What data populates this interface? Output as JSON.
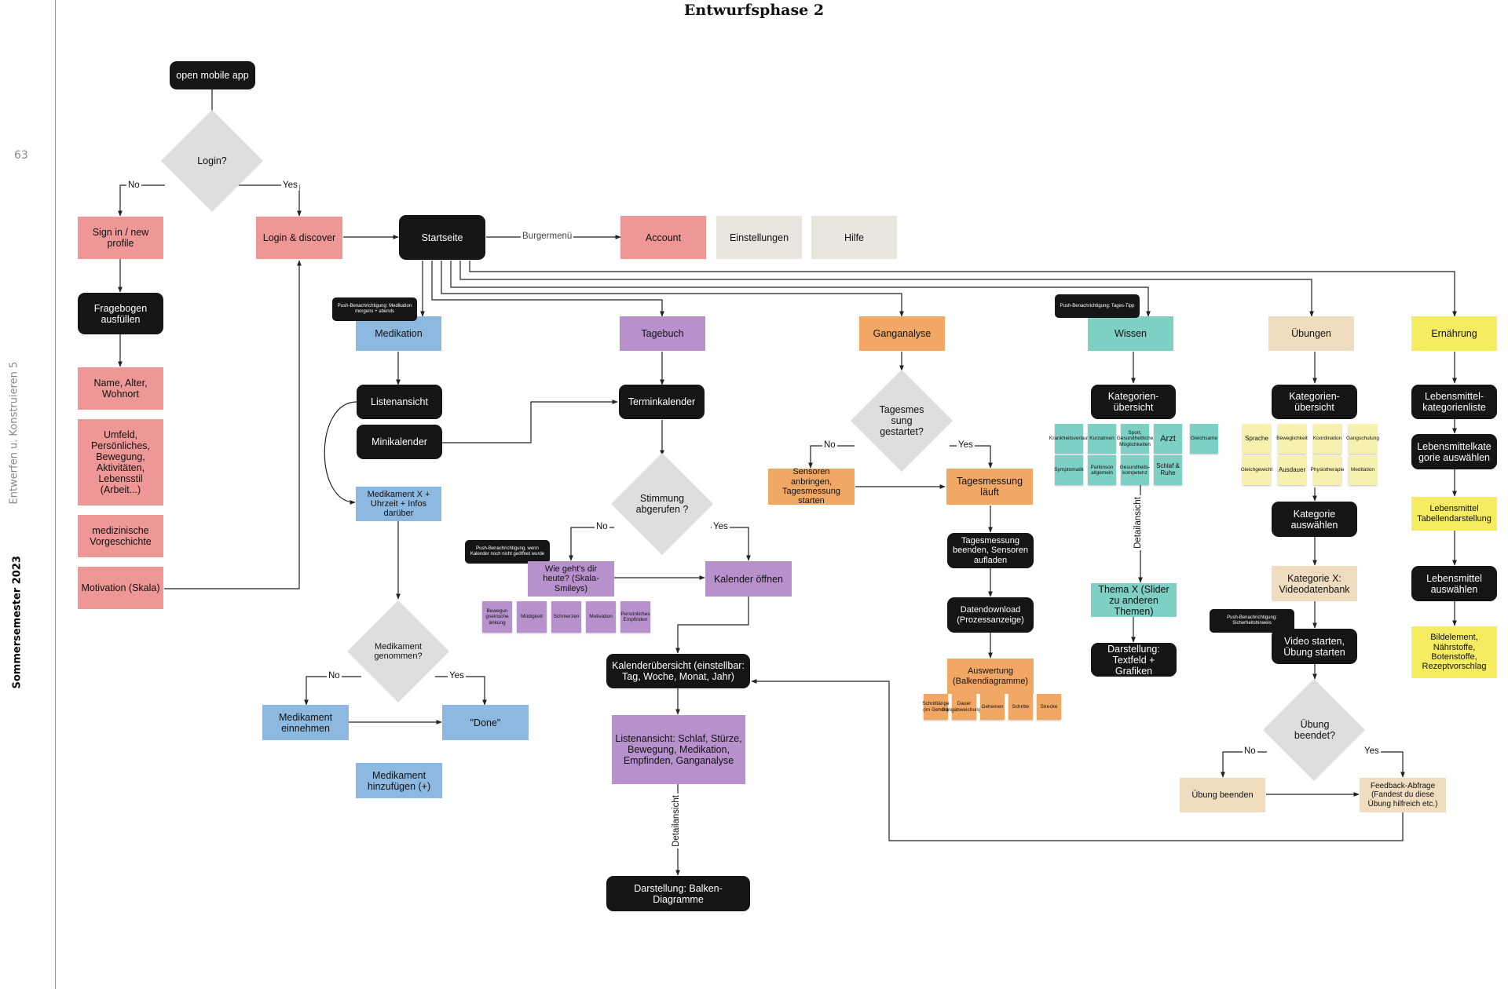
{
  "page": {
    "title": "Entwurfsphase 2",
    "page_number": "63",
    "side_course": "Entwerfen u. Konstruieren 5",
    "side_semester": "Sommersemester 2023"
  },
  "nodes": {
    "open_app": "open mobile app",
    "login_q": "Login?",
    "sign_in": "Sign in / new profile",
    "login_discover": "Login & discover",
    "fragebogen": "Fragebogen ausfüllen",
    "name_alter": "Name, Alter, Wohnort",
    "umfeld": "Umfeld, Persönliches, Bewegung, Aktivitäten, Lebensstil (Arbeit...)",
    "vorgeschichte": "medizinische Vorgeschichte",
    "motivation": "Motivation (Skala)",
    "startseite": "Startseite",
    "account": "Account",
    "einstellungen": "Einstellungen",
    "hilfe": "Hilfe",
    "medikation": "Medikation",
    "tagebuch": "Tagebuch",
    "ganganalyse": "Ganganalyse",
    "wissen": "Wissen",
    "uebungen": "Übungen",
    "ernaehrung": "Ernährung",
    "listenansicht": "Listenansicht",
    "minikalender": "Minikalender",
    "medikament_x": "Medikament X + Uhrzeit + Infos darüber",
    "medikament_q": "Medikament genommen?",
    "medikament_einnehmen": "Medikament einnehmen",
    "done": "\"Done\"",
    "medikament_hinzufuegen": "Medikament hinzufügen (+)",
    "terminkalender": "Terminkalender",
    "stimmung_q": "Stimmung abgerufen ?",
    "wie_gehts": "Wie geht's dir heute? (Skala-Smileys)",
    "kalender_oeffnen": "Kalender öffnen",
    "kalenderuebersicht": "Kalenderübersicht (einstellbar: Tag, Woche, Monat, Jahr)",
    "listenansicht_schlaf": "Listenansicht: Schlaf, Stürze, Bewegung, Medikation, Empfinden, Ganganalyse",
    "balken": "Darstellung: Balken-Diagramme",
    "tagesmessung_q": "Tagesmes sung gestartet?",
    "sensoren_anbringen": "Sensoren anbringen, Tagesmessung starten",
    "tagesmessung_laeuft": "Tagesmessung läuft",
    "tagesmessung_beenden": "Tagesmessung beenden, Sensoren aufladen",
    "datendownload": "Datendownload (Prozessanzeige)",
    "auswertung": "Auswertung (Balkendiagramme)",
    "kat_wissen": "Kategorien-übersicht",
    "thema_x": "Thema X (Slider zu anderen Themen)",
    "textfeld": "Darstellung: Textfeld + Grafiken",
    "kat_uebungen": "Kategorien-übersicht",
    "kategorie_auswaehlen": "Kategorie auswählen",
    "kategorie_x": "Kategorie X: Videodatenbank",
    "video_starten": "Video starten, Übung starten",
    "uebung_q": "Übung beendet?",
    "uebung_beenden": "Übung beenden",
    "feedback": "Feedback-Abfrage (Fandest du diese Übung hilfreich etc.)",
    "lm_kategorienliste": "Lebensmittel-kategorienliste",
    "lm_kategorie_auswaehlen": "Lebensmittelkate gorie auswählen",
    "lm_tabellen": "Lebensmittel Tabellendarstellung",
    "lm_auswaehlen": "Lebensmittel auswählen",
    "lm_bildelement": "Bildelement, Nährstoffe, Botenstoffe, Rezeptvorschlag"
  },
  "labels": {
    "no": "No",
    "yes": "Yes",
    "burgermenu": "Burgermenü",
    "detailansicht": "Detailansicht"
  },
  "tags": {
    "push_medikation": "Push-Benachrichtigung: Medikation morgens + abends",
    "push_tages_tipp": "Push-Benachrichtigung: Tages-Tipp",
    "push_kalender": "Push-Benachrichtigung, wenn Kalender noch nicht geöffnet wurde",
    "push_sicherheit": "Push-Benachrichtigung: Sicherheitshinweis"
  },
  "stickies": {
    "tagebuch": [
      "Bewegun gseinsche änkung",
      "Müdigkeit",
      "Schmerzen",
      "Motivation",
      "Persönliches Empfinden"
    ],
    "ganganalyse": [
      "Schrittlänge (im Gehen)",
      "Dauer Gangabweichungen",
      "Geheinen",
      "Schritte",
      "Strecke"
    ],
    "wissen": [
      "Krankheitsverlauf",
      "Kurzatmen",
      "Sport, Gesundheitliche Möglichkeiten",
      "Arzt",
      "Gleichsame",
      "Symptomatik",
      "Parkinson allgemein",
      "Gesundheits-kompetenz",
      "Schlaf & Ruhe"
    ],
    "uebungen": [
      "Sprache",
      "Beweglichkeit",
      "Koordination",
      "Gangschulung",
      "Gleichgewicht",
      "Ausdauer",
      "Physiotherapie",
      "Meditation"
    ]
  },
  "colors": {
    "black_node": "#151515",
    "pink": "#ee9797",
    "blue": "#8db8e0",
    "violet": "#b791cc",
    "orange": "#f2a865",
    "teal": "#7ecfc4",
    "cream": "#f0ddbf",
    "yellow": "#f5ec62",
    "beige": "#e9e5df",
    "decision": "#dedede"
  }
}
